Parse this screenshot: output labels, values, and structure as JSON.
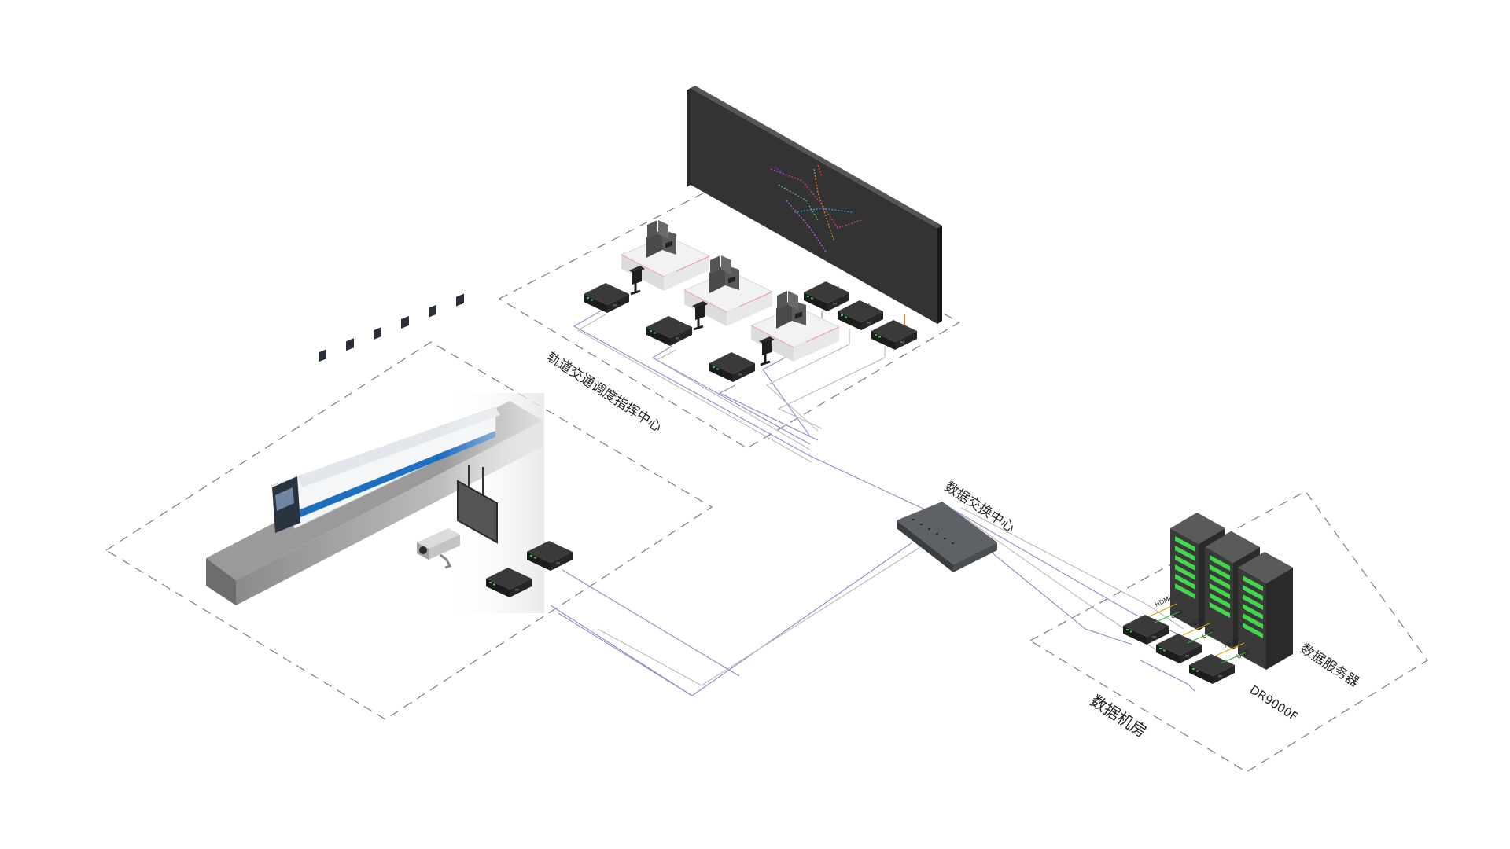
{
  "labels": {
    "control_center": "轨道交通调度指挥中心",
    "switch_center": "数据交换中心",
    "data_room": "数据机房",
    "data_servers": "数据服务器",
    "device_model": "DR9000F",
    "port_hdmi": "HDMI",
    "port_usb": "USB"
  },
  "icons": {
    "train": "metro-train-icon",
    "camera": "cctv-camera-icon",
    "display": "info-display-icon",
    "videowall": "video-wall-icon",
    "workstation": "dispatcher-workstation-icon",
    "extender": "kvm-extender-icon",
    "switch": "network-switch-icon",
    "server": "server-rack-icon"
  },
  "colors": {
    "cable_primary": "#8f88c9",
    "cable_secondary": "#b9b9b9",
    "extender_led": "#3cc24a",
    "server_led": "#41d64b",
    "hdmi_tag": "#e0a100",
    "usb_tag": "#33b233",
    "train_stripe": "#1f6fc0"
  }
}
